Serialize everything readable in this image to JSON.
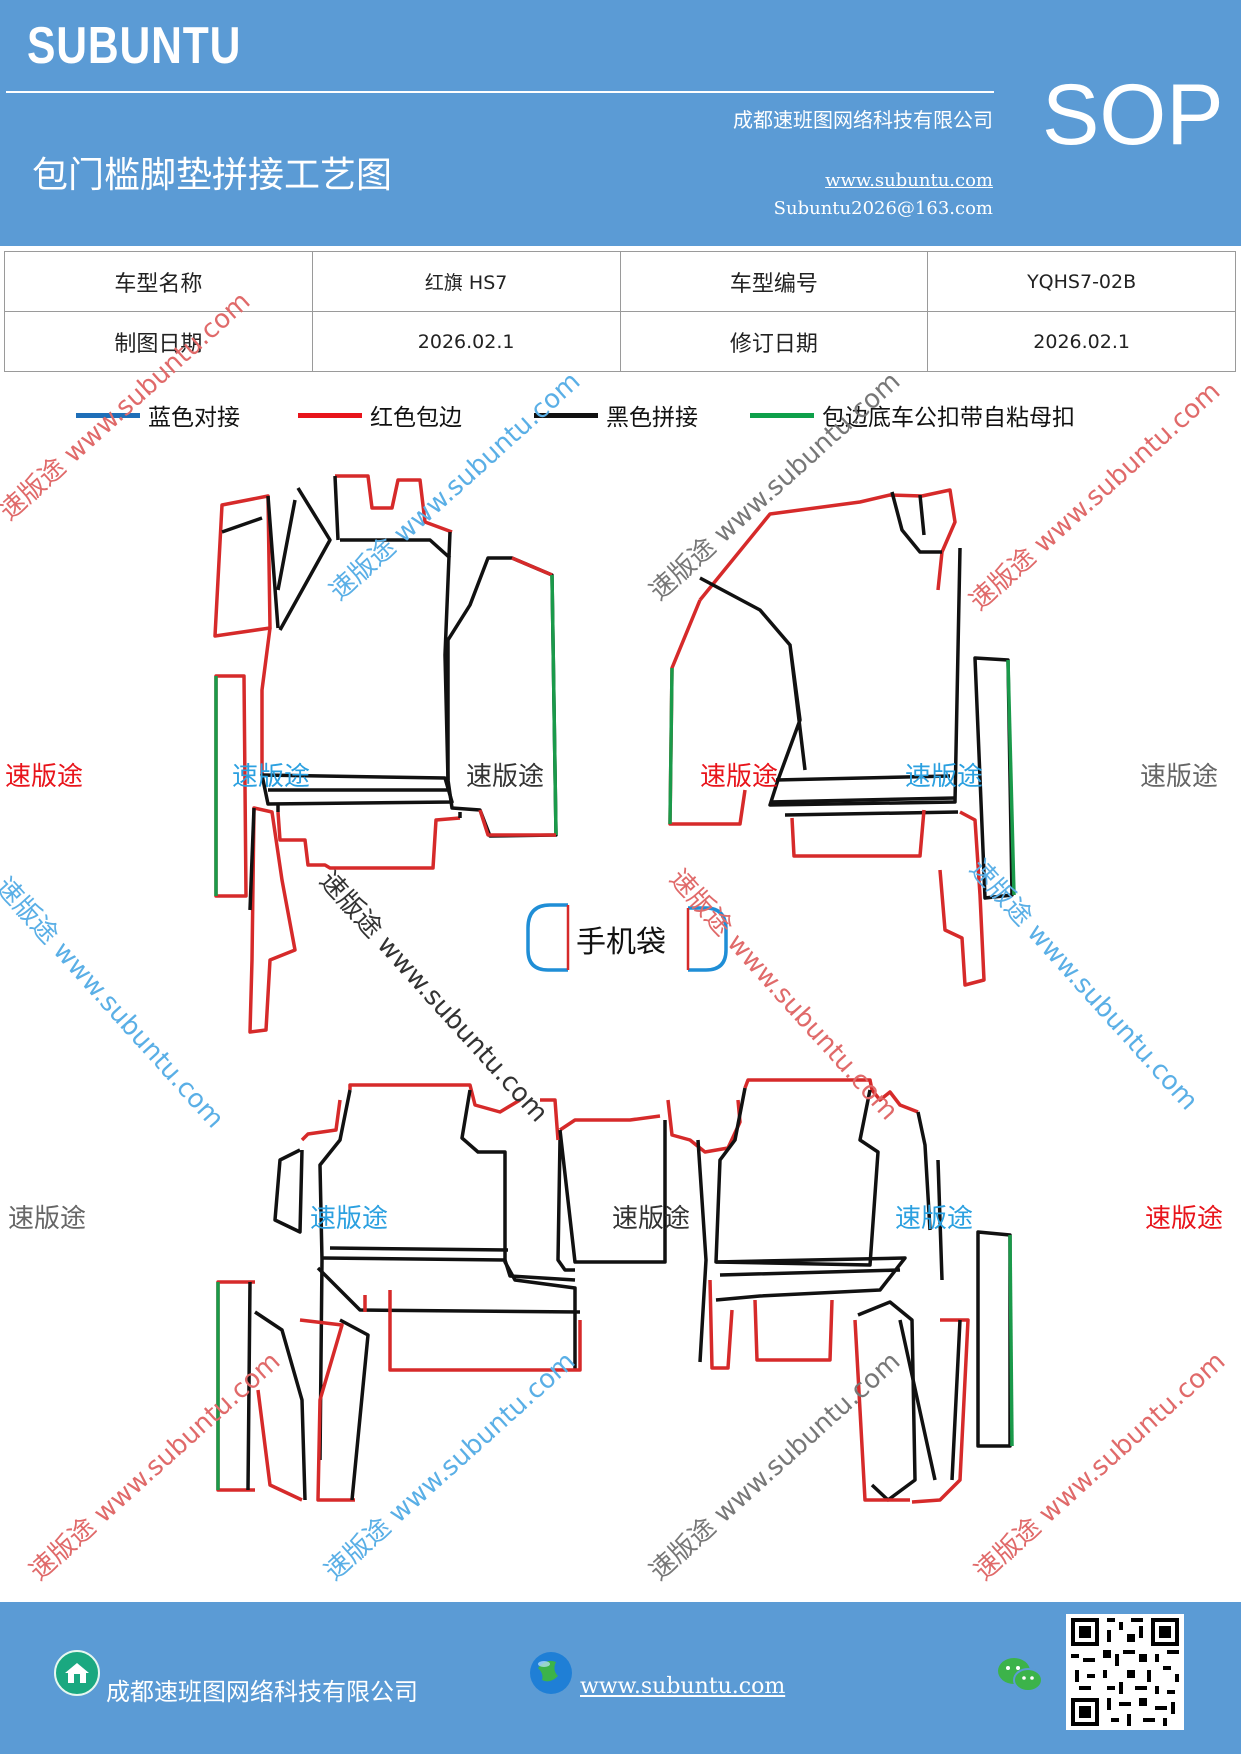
{
  "header": {
    "logo": "SUBUNTU",
    "company": "成都速班图网络科技有限公司",
    "title": "包门槛脚垫拼接工艺图",
    "website": "www.subuntu.com",
    "email": "Subuntu2026@163.com",
    "badge": "SOP"
  },
  "info_table": {
    "model_name_label": "车型名称",
    "model_name": "红旗 HS7",
    "model_code_label": "车型编号",
    "model_code": "YQHS7-02B",
    "draw_date_label": "制图日期",
    "draw_date": "2026.02.1",
    "revise_date_label": "修订日期",
    "revise_date": "2026.02.1"
  },
  "legend": [
    {
      "label": "蓝色对接",
      "color": "#1f6fb8"
    },
    {
      "label": "红色包边",
      "color": "#e8141b"
    },
    {
      "label": "黑色拼接",
      "color": "#111111"
    },
    {
      "label": "包边底车公扣带自粘母扣",
      "color": "#0ea04a"
    }
  ],
  "diagram": {
    "phone_pocket_label": "手机袋",
    "colors": {
      "blue": "#1f8ed6",
      "red": "#d62a2a",
      "black": "#111111",
      "green": "#1a9a4a"
    }
  },
  "watermarks": {
    "brand": "速版途",
    "brand_url": "速版途 www.subuntu.com"
  },
  "footer": {
    "company": "成都速班图网络科技有限公司",
    "website": "www.subuntu.com",
    "home_icon": "home-icon",
    "globe_icon": "globe-icon",
    "wechat_icon": "wechat-icon",
    "qr_icon": "qr-code-icon"
  }
}
